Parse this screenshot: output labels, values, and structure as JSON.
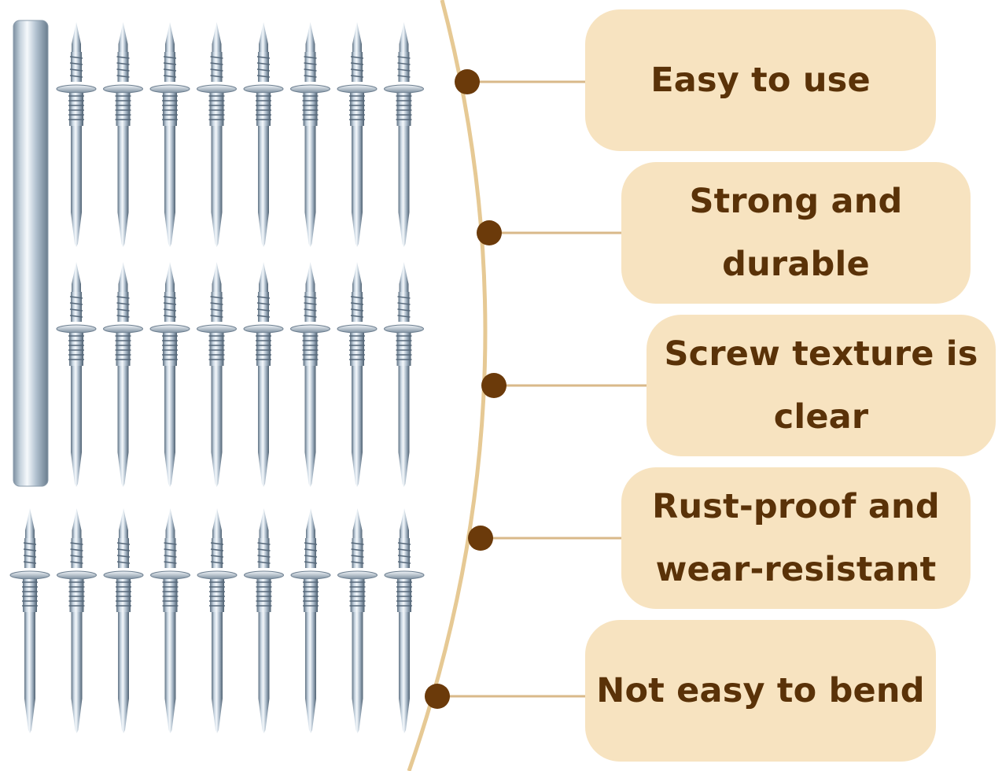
{
  "features": [
    {
      "id": "easy-to-use",
      "lines": [
        "Easy to use"
      ]
    },
    {
      "id": "strong-and-durable",
      "lines": [
        "Strong and",
        "durable"
      ]
    },
    {
      "id": "screw-texture",
      "lines": [
        "Screw texture is",
        "clear"
      ]
    },
    {
      "id": "rust-proof",
      "lines": [
        "Rust-proof and",
        "wear-resistant"
      ]
    },
    {
      "id": "not-easy-to-bend",
      "lines": [
        "Not easy to bend"
      ]
    }
  ],
  "product": {
    "pins_upper_rows": 8,
    "pins_bottom_row": 9,
    "rod_count": 1
  },
  "colors": {
    "background": "#ffffff",
    "box_fill": "#f7e3c0",
    "text": "#5a3208",
    "dot": "#6b3a0a",
    "connector": "#d9b98a",
    "arc": "#e6c994",
    "metal_light": "#eef4f9",
    "metal_mid": "#a9b9c8",
    "metal_dark": "#5f7182"
  }
}
